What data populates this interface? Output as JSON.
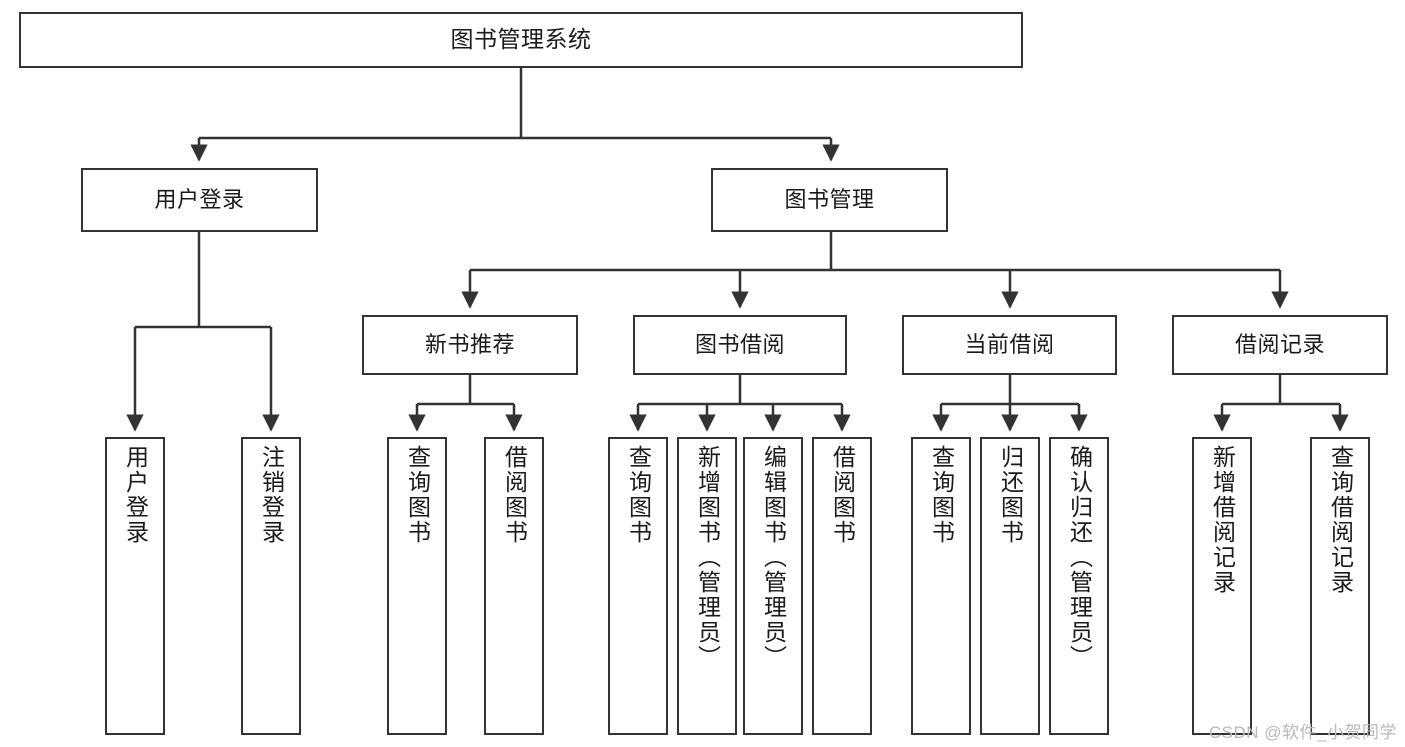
{
  "diagram": {
    "title": "图书管理系统",
    "type": "hierarchy-tree",
    "root": {
      "label": "图书管理系统"
    },
    "level2": [
      {
        "label": "用户登录"
      },
      {
        "label": "图书管理"
      }
    ],
    "level3": [
      {
        "label": "新书推荐"
      },
      {
        "label": "图书借阅"
      },
      {
        "label": "当前借阅"
      },
      {
        "label": "借阅记录"
      }
    ],
    "leaves": {
      "user_login": [
        {
          "label": "用户登录"
        },
        {
          "label": "注销登录"
        }
      ],
      "new_book_recommend": [
        {
          "label": "查询图书"
        },
        {
          "label": "借阅图书"
        }
      ],
      "book_borrow": [
        {
          "label": "查询图书"
        },
        {
          "label": "新增图书（管理员）"
        },
        {
          "label": "编辑图书（管理员）"
        },
        {
          "label": "借阅图书"
        }
      ],
      "current_borrow": [
        {
          "label": "查询图书"
        },
        {
          "label": "归还图书"
        },
        {
          "label": "确认归还（管理员）"
        }
      ],
      "borrow_record": [
        {
          "label": "新增借阅记录"
        },
        {
          "label": "查询借阅记录"
        }
      ]
    }
  },
  "watermark": {
    "text": "CSDN @软件_小贺同学"
  },
  "colors": {
    "stroke": "#333333",
    "box_fill": "#ffffff",
    "text": "#1a1a1a",
    "watermark": "#b9b9b9"
  }
}
